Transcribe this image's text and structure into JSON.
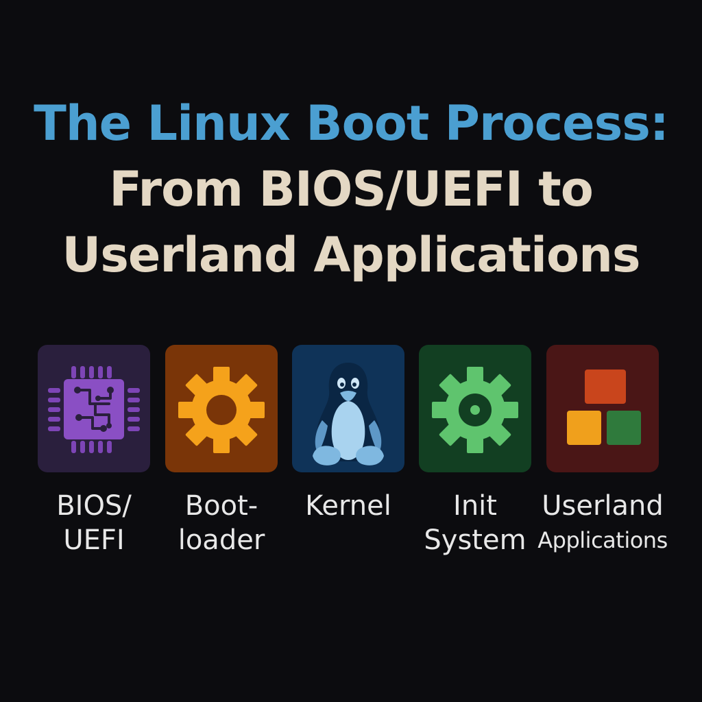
{
  "title": {
    "line1": "The Linux Boot Process:",
    "line2": "From BIOS/UEFI to",
    "line3": "Userland Applications"
  },
  "steps": [
    {
      "line1": "BIOS/",
      "line2": "UEFI",
      "icon": "cpu-chip-icon",
      "tile_color": "#2a1f3d",
      "icon_color": "#8a4fc4"
    },
    {
      "line1": "Boot-",
      "line2": "loader",
      "icon": "gear-icon",
      "tile_color": "#7a3508",
      "icon_color": "#f5a21b"
    },
    {
      "line1": "Kernel",
      "line2": "",
      "icon": "tux-penguin-icon",
      "tile_color": "#0f3358",
      "icon_color": "#7fb8e0"
    },
    {
      "line1": "Init",
      "line2": "System",
      "icon": "gear-icon",
      "tile_color": "#123f22",
      "icon_color": "#5fc46e"
    },
    {
      "line1": "Userland",
      "line2": "Applications",
      "icon": "app-blocks-icon",
      "tile_color": "#4a1616",
      "icon_color": "#c9451c"
    }
  ]
}
